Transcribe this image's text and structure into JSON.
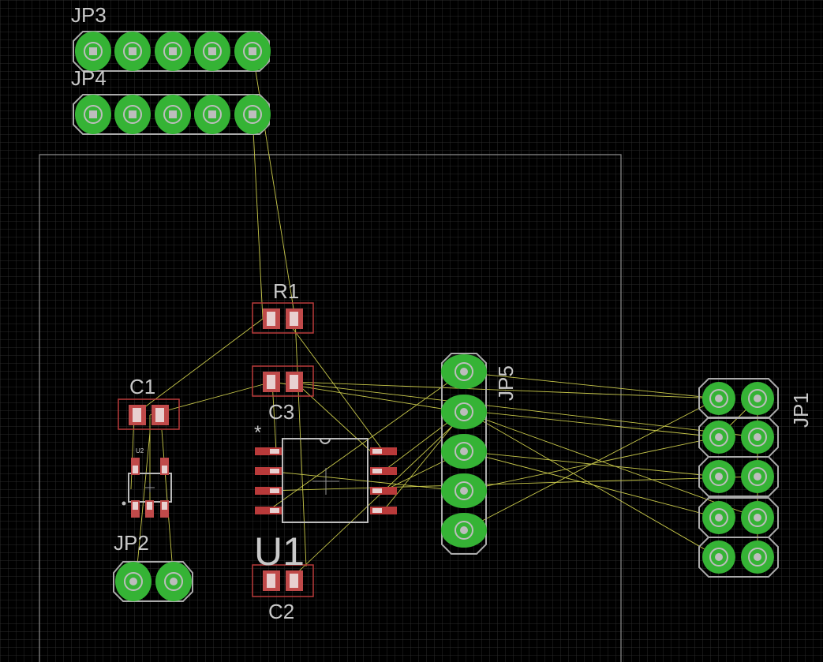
{
  "view": {
    "background": "#000000",
    "grid_color": "#2a2a2a",
    "outline_color": "#8c8c8c"
  },
  "colors": {
    "pad_green": "#35b335",
    "hole_gray": "#bdbdbd",
    "smd_red": "#b93a3a",
    "airwire_yellow": "#c8c84a",
    "silk_gray": "#bbbbbb"
  },
  "parts": {
    "JP3": {
      "name": "JP3",
      "type": "header-1x5"
    },
    "JP4": {
      "name": "JP4",
      "type": "header-1x5"
    },
    "JP5": {
      "name": "JP5",
      "type": "header-1x5-vertical"
    },
    "JP1": {
      "name": "JP1",
      "type": "header-2x5"
    },
    "JP2": {
      "name": "JP2",
      "type": "header-1x2"
    },
    "R1": {
      "name": "R1",
      "type": "smd-0805"
    },
    "C1": {
      "name": "C1",
      "type": "smd-0805"
    },
    "C2": {
      "name": "C2",
      "type": "smd-0805"
    },
    "C3": {
      "name": "C3",
      "type": "smd-0805"
    },
    "U1": {
      "name": "U1",
      "type": "soic-8",
      "pin1_mark": "*"
    },
    "U2": {
      "name": "U2",
      "type": "sot-5"
    }
  }
}
